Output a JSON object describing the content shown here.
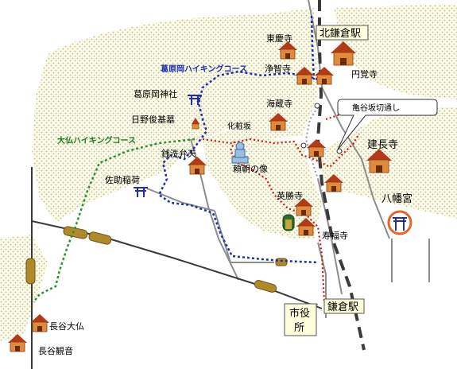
{
  "labels": {
    "kita_kamakura_station": "北鎌倉駅",
    "tokeiji": "東慶寺",
    "jochiji": "浄智寺",
    "engakuji": "円覚寺",
    "kuzuharaoka_course": "葛原岡ハイキングコース",
    "kuzuharaoka_shrine": "葛原岡神社",
    "hino_tomb": "日野俊基墓",
    "kaizoji": "海蔵寺",
    "kewaizaka": "化粧坂",
    "kamegayatsu": "亀谷坂切通し",
    "kenchoji": "建長寺",
    "daibutsu_course": "大仏ハイキングコース",
    "zeniarai_benten": "銭洗弁天",
    "yoritomo_statue": "頼朝の像",
    "sasuke_inari": "佐助稲荷",
    "eishoji": "英勝寺",
    "jufukuji": "寿福寺",
    "hachimangu": "八幡宮",
    "city_hall_line1": "市役",
    "city_hall_line2": "所",
    "kamakura_station": "鎌倉駅",
    "hase_daibutsu": "長谷大仏",
    "hase_kannon": "長谷観音"
  },
  "colors": {
    "hill_dots": "#bcbcbc",
    "hill_fill": "#fbfbe6",
    "road": "#8c8c8c",
    "rail": "#3a3a3a",
    "blue_trail": "#1f2fb0",
    "green_trail": "#2d8f2d",
    "red_trail": "#d21414",
    "temple_roof": "#b23a16",
    "temple_body": "#e08a3c",
    "hachiman_ring": "#e8622a",
    "tunnel": "#b08a2a"
  },
  "icons": [
    "temple-icon",
    "shrine-gate-icon",
    "tomb-icon",
    "statue-icon",
    "hachimangu-symbol-icon",
    "tunnel-icon"
  ]
}
